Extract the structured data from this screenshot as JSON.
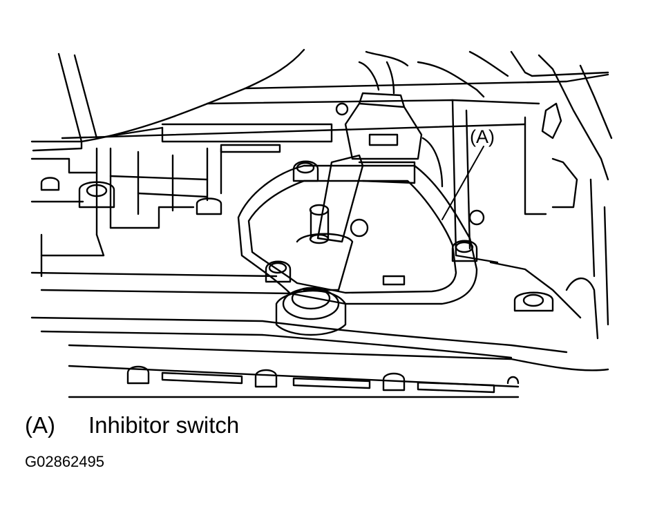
{
  "diagram": {
    "callout": "(A)",
    "legend": [
      {
        "key": "(A)",
        "text": "Inhibitor switch"
      }
    ],
    "figure_code": "G02862495"
  },
  "colors": {
    "ink": "#000000",
    "paper": "#ffffff"
  }
}
